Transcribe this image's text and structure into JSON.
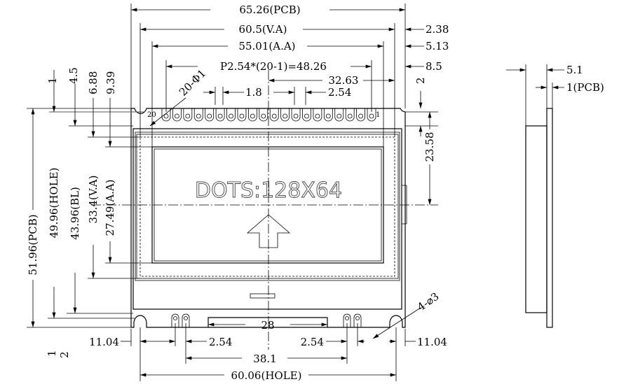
{
  "title_display": "DOTS:128X64",
  "top_dims": {
    "pcb_width": "65.26(PCB)",
    "va_width": "60.5(V.A)",
    "aa_width": "55.01(A.A)",
    "pin_pitch": "P2.54*(20-1)=48.26",
    "center_offset": "32.63",
    "pin_hole": "20-Φ1",
    "pad_width": "1.8",
    "pin_spacing": "2.54",
    "right_va": "2.38",
    "right_aa": "5.13",
    "right_pin": "8.5",
    "pin1_label": "1",
    "pin20_label": "20"
  },
  "left_dims": {
    "pcb_height": "51.96(PCB)",
    "hole_height": "49.96(HOLE)",
    "bl_height": "43.96(BL)",
    "va_height": "33.4(V.A)",
    "aa_height": "27.49(A.A)",
    "top_1": "1",
    "top_4_5": "4.5",
    "top_6_88": "6.88",
    "top_9_39": "9.39",
    "bottom_1": "1",
    "bottom_2": "2"
  },
  "right_dims": {
    "edge_2": "2",
    "center_height": "23.58"
  },
  "bottom_dims": {
    "connector": "28",
    "left_offset": "11.04",
    "right_offset": "11.04",
    "left_pitch": "2.54",
    "right_pitch": "2.54",
    "pin_span": "38.1",
    "hole_span": "60.06(HOLE)",
    "mount_holes": "4-⌀3"
  },
  "side_view": {
    "thickness": "5.1",
    "pcb_thickness": "1(PCB)"
  }
}
